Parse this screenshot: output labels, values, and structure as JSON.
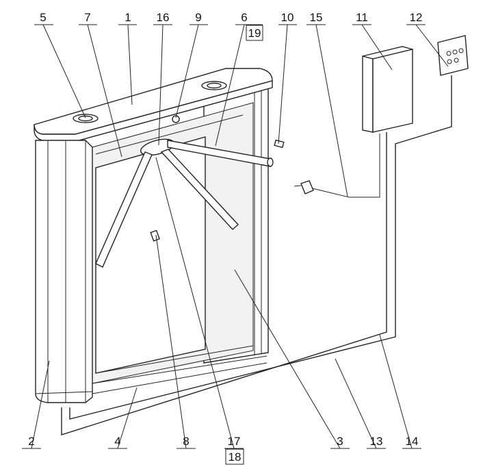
{
  "diagram": {
    "labels_top": [
      "5",
      "7",
      "1",
      "16",
      "9",
      "6",
      "19",
      "10",
      "15",
      "11",
      "12"
    ],
    "labels_bottom": [
      "2",
      "4",
      "8",
      "17",
      "18",
      "3",
      "13",
      "14"
    ]
  }
}
